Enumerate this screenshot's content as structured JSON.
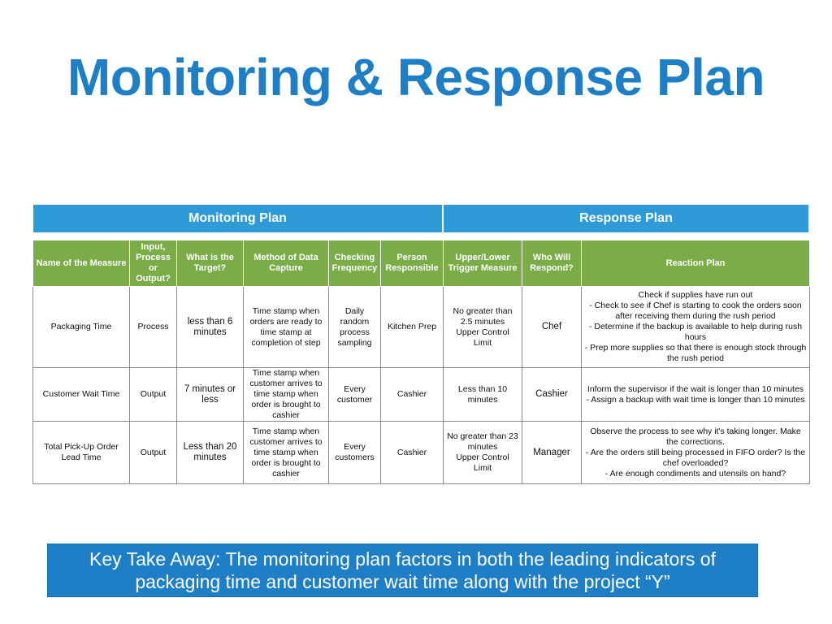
{
  "title": "Monitoring & Response Plan",
  "sections": {
    "monitoring": "Monitoring Plan",
    "response": "Response Plan"
  },
  "columns": [
    "Name of the Measure",
    "Input, Process or Output?",
    "What is the Target?",
    "Method of Data Capture",
    "Checking Frequency",
    "Person Responsible",
    "Upper/Lower Trigger Measure",
    "Who Will Respond?",
    "Reaction Plan"
  ],
  "rows": [
    {
      "measure": "Packaging Time",
      "type": "Process",
      "target": "less than 6 minutes",
      "method": "Time stamp when orders are ready to time stamp at completion of step",
      "frequency": "Daily random process sampling",
      "responsible": "Kitchen Prep",
      "trigger": "No greater than 2.5 minutes\nUpper Control Limit",
      "responder": "Chef",
      "reaction": "Check if supplies have run out\n- Check to see if Chef is starting to cook the orders soon after receiving them during the rush period\n- Determine if the backup is available to help during rush hours\n- Prep more supplies so that there is enough stock through the rush period"
    },
    {
      "measure": "Customer Wait Time",
      "type": "Output",
      "target": "7 minutes or less",
      "method": "Time stamp when customer arrives to time stamp when order is brought to cashier",
      "frequency": "Every customer",
      "responsible": "Cashier",
      "trigger": "Less than 10 minutes",
      "responder": "Cashier",
      "reaction": "Inform the supervisor if the wait is longer than 10 minutes\n- Assign a backup with wait time is longer than 10 minutes"
    },
    {
      "measure": "Total Pick-Up Order Lead Time",
      "type": "Output",
      "target": "Less than 20 minutes",
      "method": "Time stamp when customer arrives to time stamp when order is brought to cashier",
      "frequency": "Every customers",
      "responsible": "Cashier",
      "trigger": "No greater than 23 minutes\nUpper Control Limit",
      "responder": "Manager",
      "reaction": "Observe the process to see why it's taking longer. Make the corrections.\n- Are the orders still being processed in FIFO order? Is the chef overloaded?\n- Are enough condiments and utensils on hand?"
    }
  ],
  "takeaway": "Key Take Away: The monitoring plan factors in both the leading indicators of packaging time and customer wait time along with the project “Y”"
}
